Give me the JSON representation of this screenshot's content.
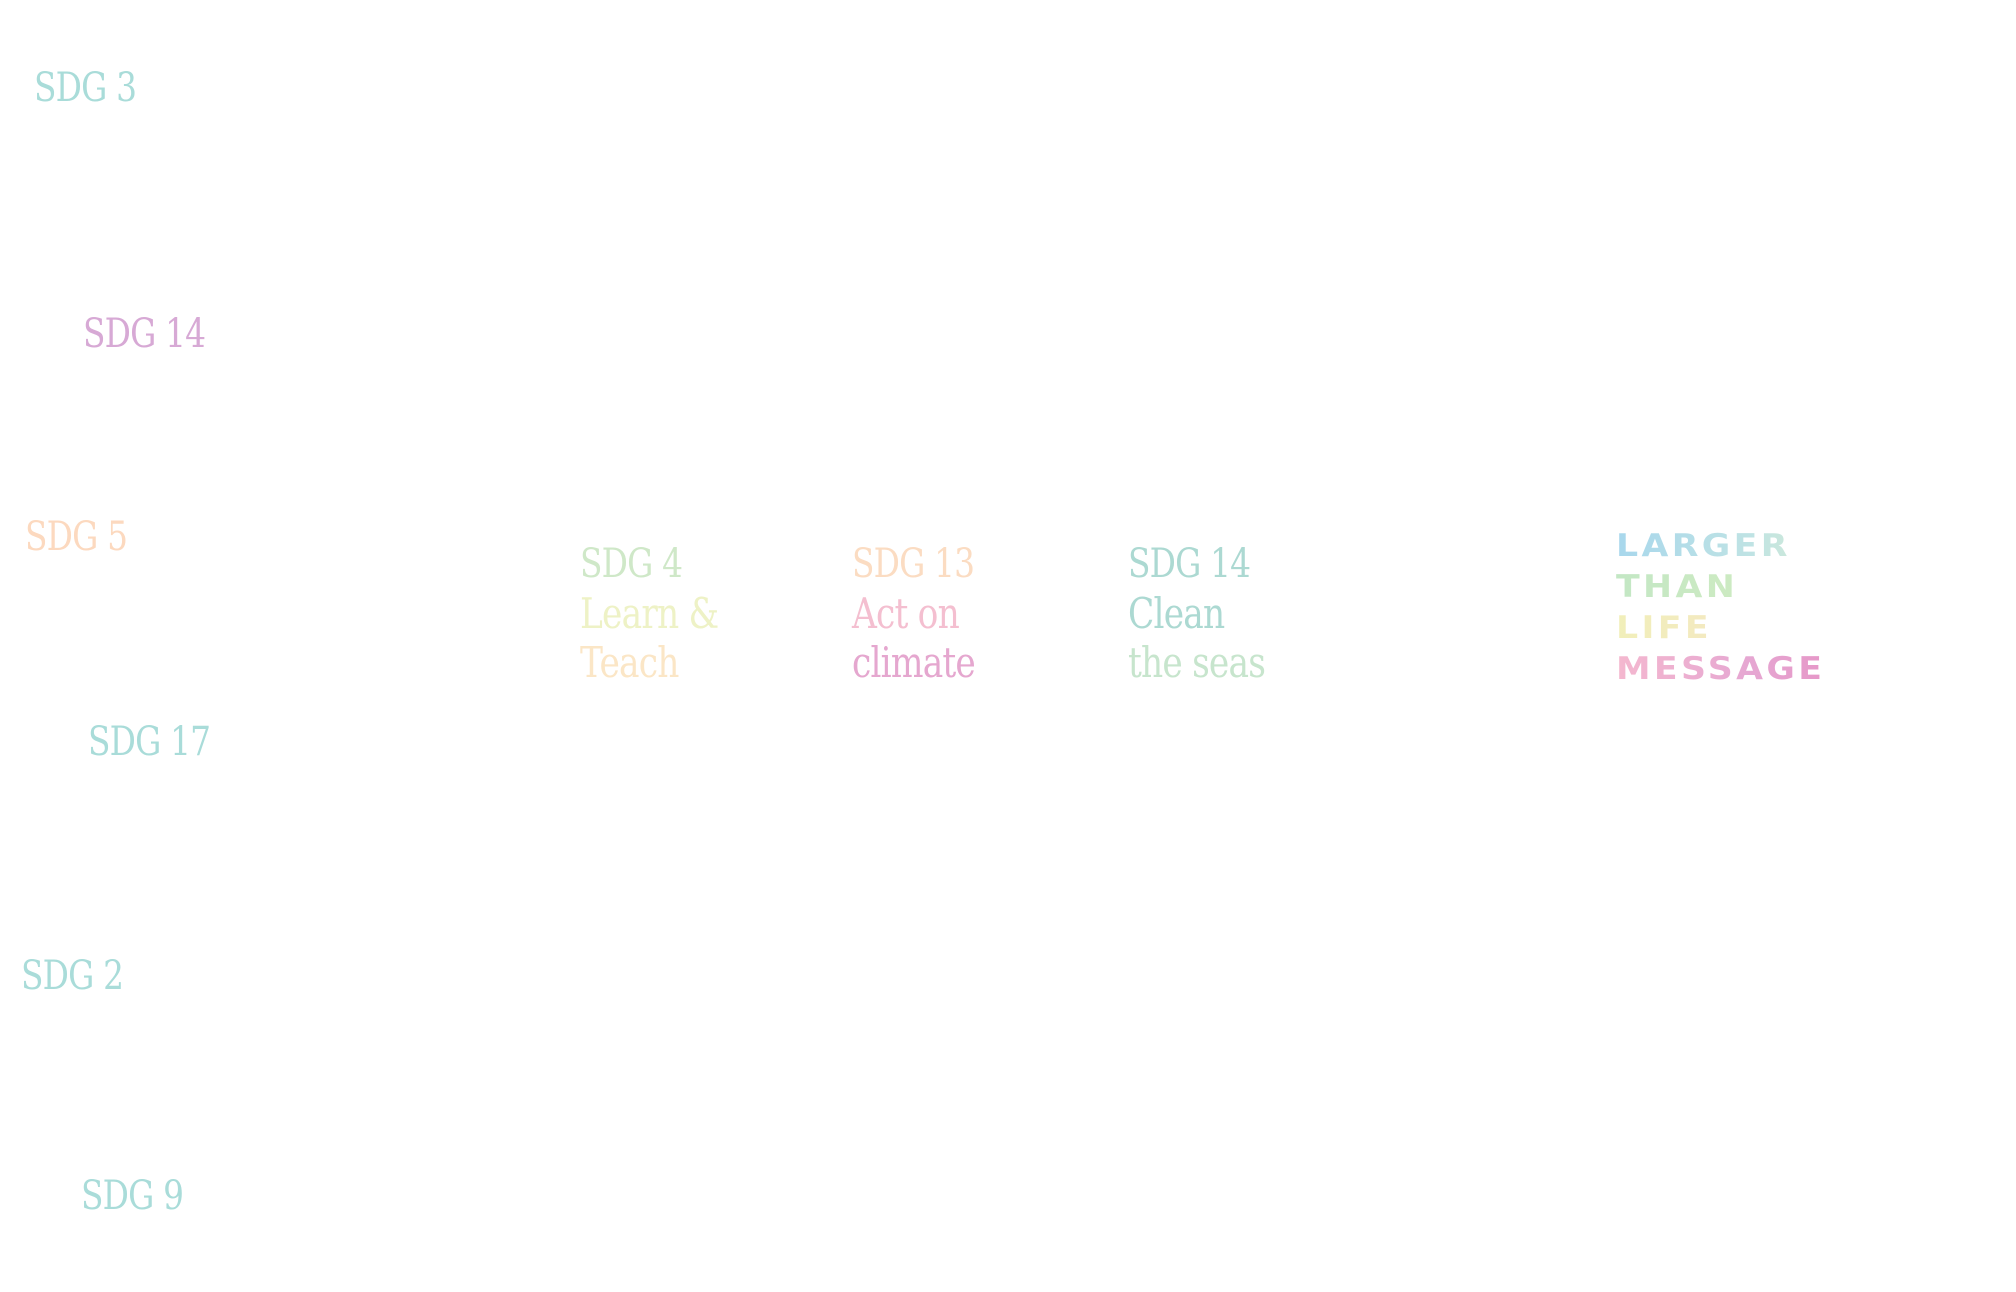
{
  "side_labels": [
    {
      "text": "SDG 3",
      "color": "#a9dcd9"
    },
    {
      "text": "SDG 14",
      "color": "#d7a9d5"
    },
    {
      "text": "SDG 5",
      "color": "#fcd9bf"
    },
    {
      "text": "SDG 17",
      "color": "#a9dcd9"
    },
    {
      "text": "SDG 2",
      "color": "#a9dcd9"
    },
    {
      "text": "SDG 9",
      "color": "#a9dcd9"
    }
  ],
  "cards": [
    {
      "title": "SDG 4",
      "line1": "Learn &",
      "line2": "Teach",
      "title_color": "#cfe8c8",
      "line1_color": "#eef2c6",
      "line2_color": "#fbe6c6"
    },
    {
      "title": "SDG 13",
      "line1": "Act on",
      "line2": "climate",
      "title_color": "#fbdcc2",
      "line1_color": "#f4bfd0",
      "line2_color": "#e5a7cf"
    },
    {
      "title": "SDG 14",
      "line1": "Clean",
      "line2": "the seas",
      "title_color": "#acd9d2",
      "line1_color": "#acd9d2",
      "line2_color": "#c7e5cd"
    }
  ],
  "message": {
    "lines": [
      "LARGER",
      "THAN",
      "LIFE",
      "MESSAGE"
    ],
    "gradients": [
      [
        "#a8d7ec",
        "#bfe3e4",
        "#e8f3c8"
      ],
      [
        "#c3e7c4",
        "#d9eec0"
      ],
      [
        "#f1efba",
        "#f8e0cc"
      ],
      [
        "#f4b8cf",
        "#e6a7d2",
        "#e78bc0"
      ]
    ]
  }
}
